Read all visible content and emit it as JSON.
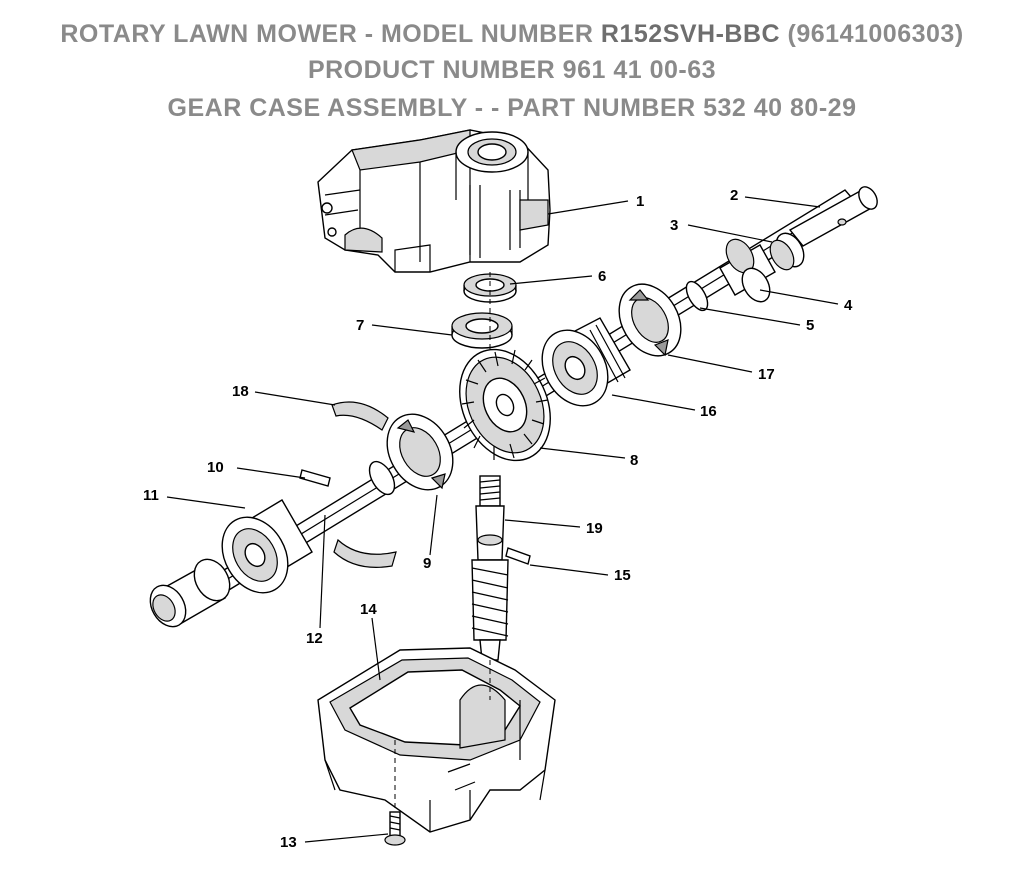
{
  "header": {
    "line1_prefix": "ROTARY LAWN MOWER - MODEL NUMBER",
    "model": "R152SVH-BBC",
    "model_code": "(96141006303)",
    "line2": "PRODUCT NUMBER 961 41 00-63",
    "line3": "GEAR CASE ASSEMBLY - - PART NUMBER 532 40 80-29"
  },
  "callouts": [
    {
      "id": "1",
      "label": "1"
    },
    {
      "id": "2",
      "label": "2"
    },
    {
      "id": "3",
      "label": "3"
    },
    {
      "id": "4",
      "label": "4"
    },
    {
      "id": "5",
      "label": "5"
    },
    {
      "id": "6",
      "label": "6"
    },
    {
      "id": "7",
      "label": "7"
    },
    {
      "id": "8",
      "label": "8"
    },
    {
      "id": "9",
      "label": "9"
    },
    {
      "id": "10",
      "label": "10"
    },
    {
      "id": "11",
      "label": "11"
    },
    {
      "id": "12",
      "label": "12"
    },
    {
      "id": "13",
      "label": "13"
    },
    {
      "id": "14",
      "label": "14"
    },
    {
      "id": "15",
      "label": "15"
    },
    {
      "id": "16",
      "label": "16"
    },
    {
      "id": "17",
      "label": "17"
    },
    {
      "id": "18",
      "label": "18"
    },
    {
      "id": "19",
      "label": "19"
    }
  ]
}
